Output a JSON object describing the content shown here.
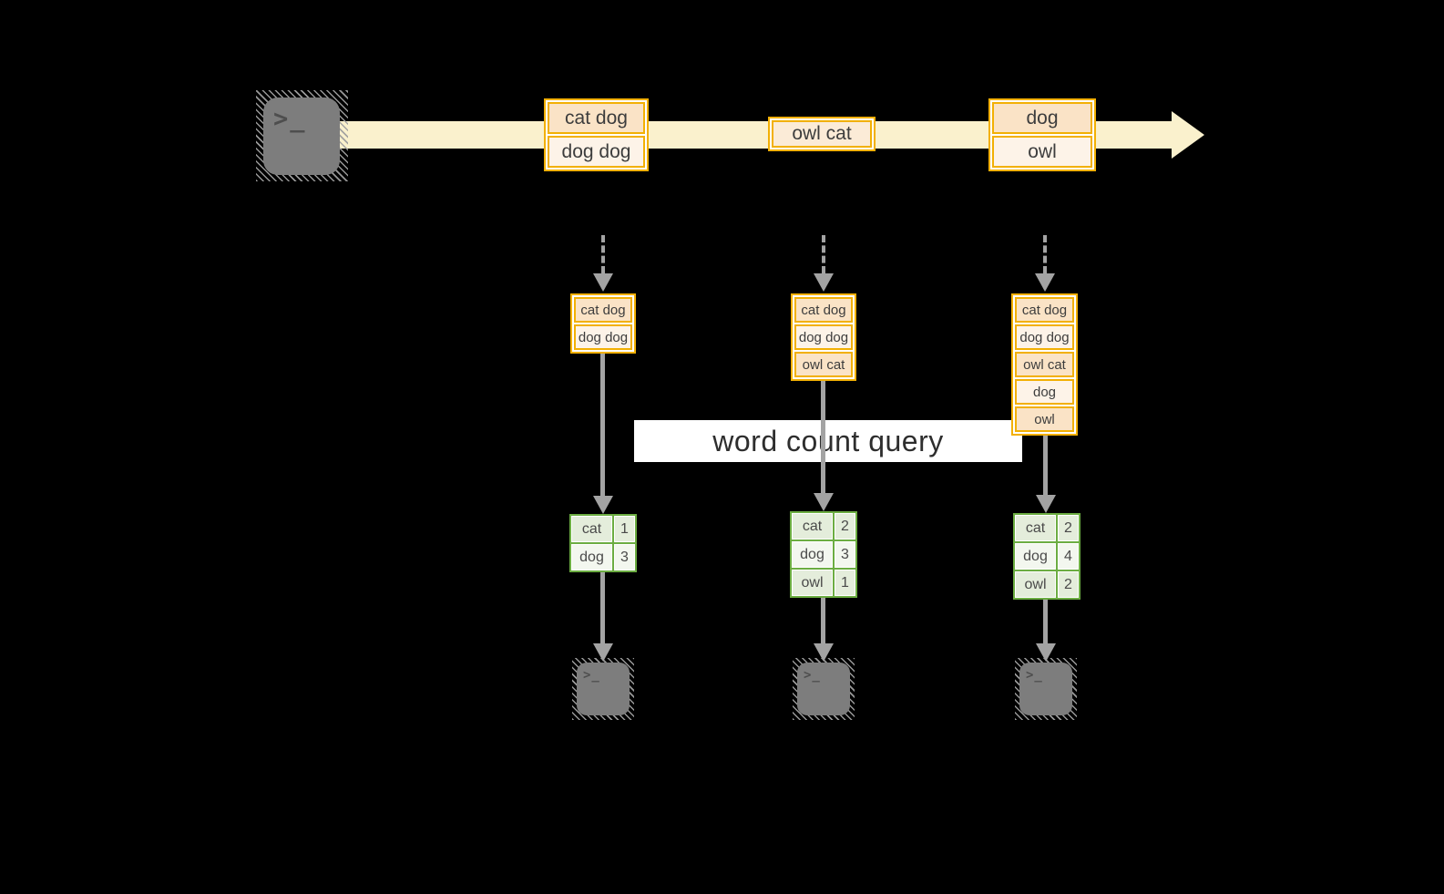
{
  "query_label": "word count query",
  "terminal_glyph": ">_",
  "colors": {
    "background": "#000000",
    "gold_border": "#F2B004",
    "stream_band": "#FAF1CD",
    "peach_dark": "#FAE3C6",
    "peach_light": "#FDF3E8",
    "green_border": "#6CAD42",
    "green_cell_dark": "#E4EDDB",
    "green_cell_light": "#F3F7EF",
    "arrow_grey": "#A3A3A3",
    "terminal_grey": "#7D7D7D"
  },
  "stream": {
    "events": [
      {
        "lines": [
          "cat dog",
          "dog dog"
        ]
      },
      {
        "lines": [
          "owl cat"
        ]
      },
      {
        "lines": [
          "dog",
          "owl"
        ]
      }
    ]
  },
  "columns": [
    {
      "state": [
        "cat dog",
        "dog dog"
      ],
      "counts": [
        [
          "cat",
          "1"
        ],
        [
          "dog",
          "3"
        ]
      ]
    },
    {
      "state": [
        "cat dog",
        "dog dog",
        "owl cat"
      ],
      "counts": [
        [
          "cat",
          "2"
        ],
        [
          "dog",
          "3"
        ],
        [
          "owl",
          "1"
        ]
      ]
    },
    {
      "state": [
        "cat dog",
        "dog dog",
        "owl cat",
        "dog",
        "owl"
      ],
      "counts": [
        [
          "cat",
          "2"
        ],
        [
          "dog",
          "4"
        ],
        [
          "owl",
          "2"
        ]
      ]
    }
  ]
}
